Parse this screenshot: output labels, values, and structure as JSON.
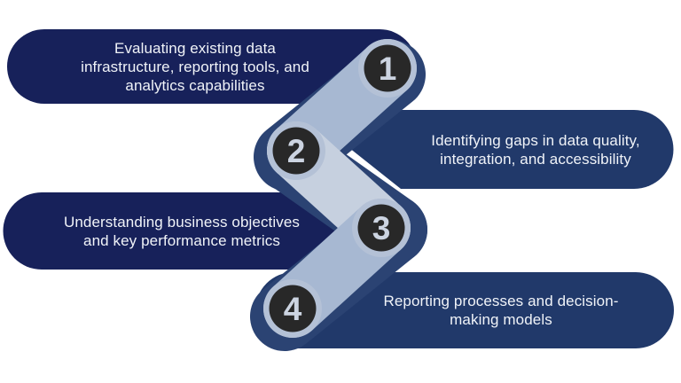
{
  "diagram": {
    "type": "zigzag-process",
    "steps": [
      {
        "number": "1",
        "text": "Evaluating existing data\ninfrastructure, reporting tools, and\nanalytics capabilities"
      },
      {
        "number": "2",
        "text": "Identifying gaps in data quality,\nintegration, and accessibility"
      },
      {
        "number": "3",
        "text": "Understanding business objectives\nand key performance metrics"
      },
      {
        "number": "4",
        "text": "Reporting processes and decision-\nmaking models"
      }
    ]
  },
  "colors": {
    "pill_dark": "#17215a",
    "pill_medium": "#21396a",
    "connector_light": "#a7b8d2",
    "connector_lighter": "#c6d0df",
    "connector_shadow": "#2b4373",
    "circle_fill": "#282828",
    "circle_ring": "#b4c1d6",
    "number_color": "#ccd4e1",
    "text_color": "#f0f3f8",
    "background": "#ffffff"
  }
}
